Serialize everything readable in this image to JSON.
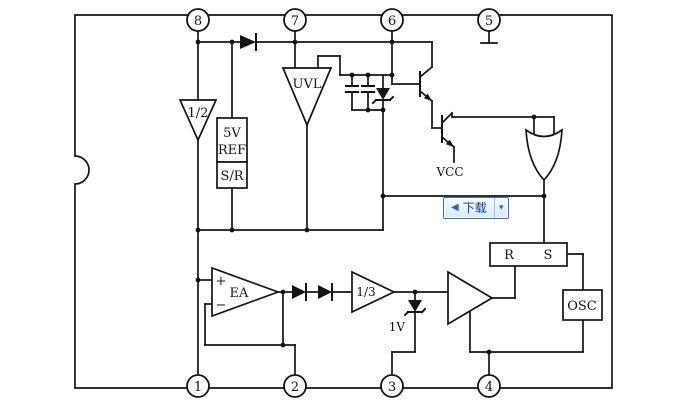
{
  "diagram": {
    "pins_top": [
      "8",
      "7",
      "6",
      "5"
    ],
    "pins_bottom": [
      "1",
      "2",
      "3",
      "4"
    ],
    "labels": {
      "half": "1/2",
      "ref1": "5V",
      "ref2": "REF",
      "sr": "S/R",
      "uvl": "UVL",
      "vcc": "VCC",
      "r": "R",
      "s": "S",
      "osc": "OSC",
      "ea": "EA",
      "plus": "+",
      "minus": "−",
      "third": "1/3",
      "zener_1v": "1V"
    },
    "colors": {
      "line": "#141414",
      "background": "#ffffff"
    }
  },
  "overlay_button": {
    "arrow": "◀",
    "label": "下载",
    "caret": "▾",
    "border": "#3c70b5",
    "fill": "#d8e9fa",
    "text_color": "#173f7d"
  }
}
